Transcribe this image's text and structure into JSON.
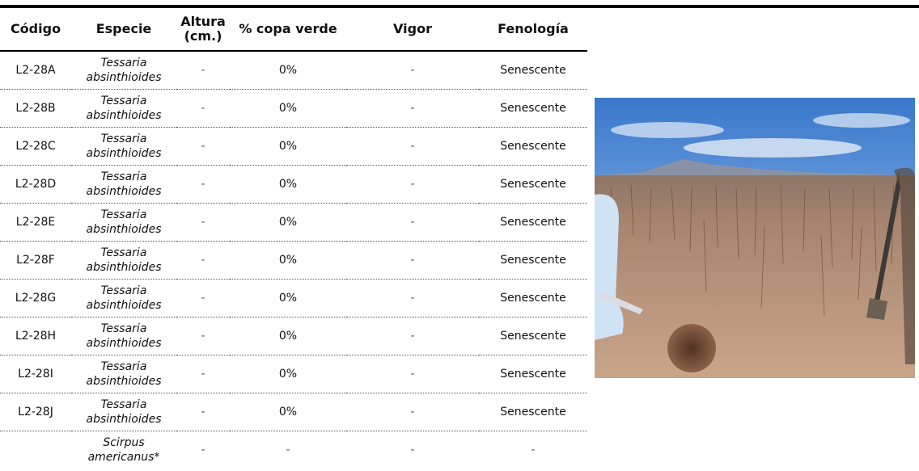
{
  "table": {
    "headers": [
      "Código",
      "Especie",
      "Altura (cm.)",
      "% copa verde",
      "Vigor",
      "Fenología"
    ],
    "rows": [
      {
        "codigo": "L2-28A",
        "especie": "Tessaria absinthioides",
        "altura": "-",
        "copa": "0%",
        "vigor": "-",
        "fenologia": "Senescente"
      },
      {
        "codigo": "L2-28B",
        "especie": "Tessaria absinthioides",
        "altura": "-",
        "copa": "0%",
        "vigor": "-",
        "fenologia": "Senescente"
      },
      {
        "codigo": "L2-28C",
        "especie": "Tessaria absinthioides",
        "altura": "-",
        "copa": "0%",
        "vigor": "-",
        "fenologia": "Senescente"
      },
      {
        "codigo": "L2-28D",
        "especie": "Tessaria absinthioides",
        "altura": "-",
        "copa": "0%",
        "vigor": "-",
        "fenologia": "Senescente"
      },
      {
        "codigo": "L2-28E",
        "especie": "Tessaria absinthioides",
        "altura": "-",
        "copa": "0%",
        "vigor": "-",
        "fenologia": "Senescente"
      },
      {
        "codigo": "L2-28F",
        "especie": "Tessaria absinthioides",
        "altura": "-",
        "copa": "0%",
        "vigor": "-",
        "fenologia": "Senescente"
      },
      {
        "codigo": "L2-28G",
        "especie": "Tessaria absinthioides",
        "altura": "-",
        "copa": "0%",
        "vigor": "-",
        "fenologia": "Senescente"
      },
      {
        "codigo": "L2-28H",
        "especie": "Tessaria absinthioides",
        "altura": "-",
        "copa": "0%",
        "vigor": "-",
        "fenologia": "Senescente"
      },
      {
        "codigo": "L2-28I",
        "especie": "Tessaria absinthioides",
        "altura": "-",
        "copa": "0%",
        "vigor": "-",
        "fenologia": "Senescente"
      },
      {
        "codigo": "L2-28J",
        "especie": "Tessaria absinthioides",
        "altura": "-",
        "copa": "0%",
        "vigor": "-",
        "fenologia": "Senescente"
      },
      {
        "codigo": "",
        "especie": "Scirpus americanus*",
        "altura": "-",
        "copa": "-",
        "vigor": "-",
        "fenologia": "-"
      }
    ]
  },
  "colors": {
    "rule": "#000000",
    "sky_top": "#3f7fd0",
    "sky_bottom": "#a9c8ea",
    "ground": "#b48f72"
  }
}
